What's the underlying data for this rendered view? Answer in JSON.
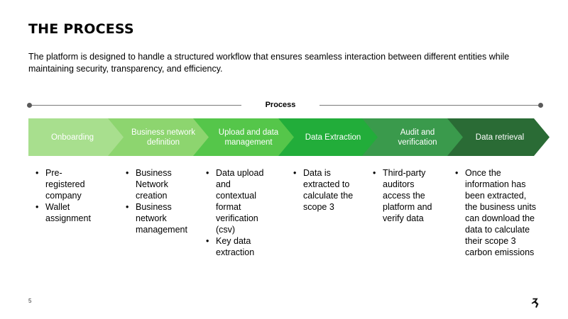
{
  "title": "THE PROCESS",
  "intro": "The platform is designed to handle a structured workflow that ensures seamless interaction between different entities while maintaining security, transparency, and efficiency.",
  "timeline": {
    "label": "Process"
  },
  "steps": [
    {
      "label": "Onboarding",
      "color": "#a8df8e",
      "bullets": [
        "Pre-registered company",
        "Wallet assignment"
      ]
    },
    {
      "label": "Business network definition",
      "color": "#8dd56f",
      "bullets": [
        "Business Network creation",
        "Business network management"
      ]
    },
    {
      "label": "Upload and data management",
      "color": "#55c64a",
      "bullets": [
        "Data upload and contextual format verification (csv)",
        "Key data extraction"
      ]
    },
    {
      "label": "Data Extraction",
      "color": "#22ad3a",
      "bullets": [
        "Data is extracted to calculate the scope 3"
      ]
    },
    {
      "label": "Audit and verification",
      "color": "#3a9a4c",
      "bullets": [
        "Third-party auditors access the platform and verify data"
      ]
    },
    {
      "label": "Data retrieval",
      "color": "#2a6b35",
      "bullets": [
        "Once the information has been extracted, the business units can download the data to calculate their scope 3 carbon emissions"
      ]
    }
  ],
  "page_number": "5",
  "logo_icon": "runner-logo-icon"
}
